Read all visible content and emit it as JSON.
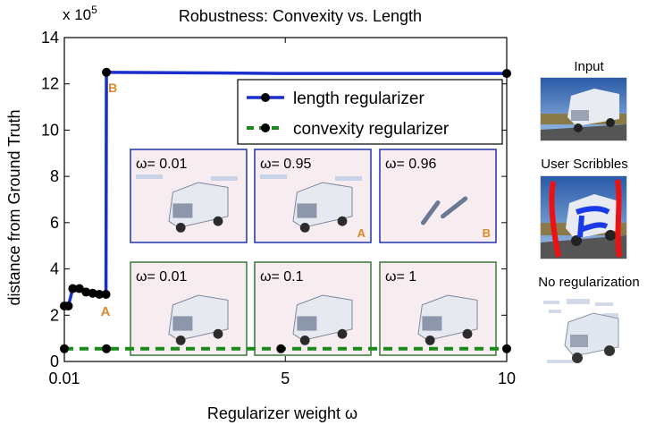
{
  "chart_data": {
    "type": "line",
    "title": "Robustness: Convexity vs. Length",
    "y_exponent_label": "x 10",
    "y_exponent_power": "5",
    "xlabel": "Regularizer weight ω",
    "ylabel": "distance from Ground Truth",
    "xlim": [
      0.01,
      10
    ],
    "ylim": [
      0,
      14
    ],
    "x_ticks": [
      0.01,
      5,
      10
    ],
    "x_tick_labels": [
      "0.01",
      "5",
      "10"
    ],
    "y_ticks": [
      0,
      2,
      4,
      6,
      8,
      10,
      12,
      14
    ],
    "y_tick_labels": [
      "0",
      "2",
      "4",
      "6",
      "8",
      "10",
      "12",
      "14"
    ],
    "grid": false,
    "legend_position": "top-right",
    "series": [
      {
        "name": "length regularizer",
        "color": "#1a2ecc",
        "style": "solid",
        "x": [
          0.01,
          0.1,
          0.2,
          0.35,
          0.5,
          0.65,
          0.8,
          0.95,
          0.96,
          4.9,
          10
        ],
        "y": [
          2.4,
          2.4,
          3.15,
          3.15,
          3.0,
          2.95,
          2.9,
          2.9,
          12.5,
          12.45,
          12.45
        ]
      },
      {
        "name": "convexity regularizer",
        "color": "#1a8a1a",
        "style": "dashed",
        "x": [
          0.01,
          0.96,
          4.9,
          10
        ],
        "y": [
          0.55,
          0.55,
          0.55,
          0.55
        ]
      }
    ],
    "point_annotations": [
      {
        "label": "A",
        "color": "#d98a2a"
      },
      {
        "label": "B",
        "color": "#d98a2a"
      }
    ]
  },
  "insets": {
    "top_row": [
      {
        "omega_label": "ω= 0.01",
        "corner": ""
      },
      {
        "omega_label": "ω= 0.95",
        "corner": "A"
      },
      {
        "omega_label": "ω= 0.96",
        "corner": "B"
      }
    ],
    "bottom_row": [
      {
        "omega_label": "ω= 0.01"
      },
      {
        "omega_label": "ω= 0.1"
      },
      {
        "omega_label": "ω= 1"
      }
    ],
    "top_border_color": "#2233aa",
    "bottom_border_color": "#3a7a3a"
  },
  "side_panels": {
    "input_title": "Input",
    "scribbles_title": "User Scribbles",
    "noreg_title": "No regularization"
  }
}
